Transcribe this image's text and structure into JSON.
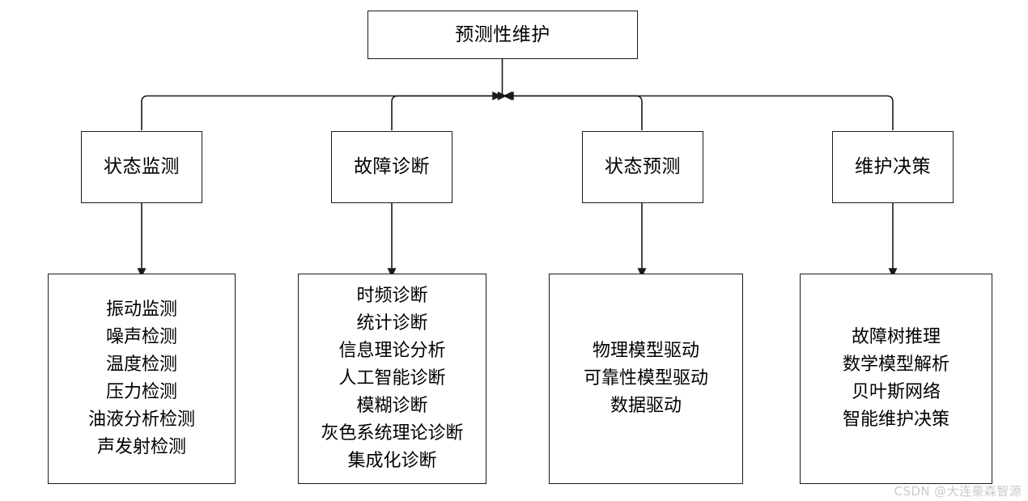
{
  "diagram": {
    "root": {
      "label": "预测性维护"
    },
    "categories": [
      {
        "label": "状态监测"
      },
      {
        "label": "故障诊断"
      },
      {
        "label": "状态预测"
      },
      {
        "label": "维护决策"
      }
    ],
    "leaves": [
      {
        "items": [
          "振动监测",
          "噪声检测",
          "温度检测",
          "压力检测",
          "油液分析检测",
          "声发射检测"
        ]
      },
      {
        "items": [
          "时频诊断",
          "统计诊断",
          "信息理论分析",
          "人工智能诊断",
          "模糊诊断",
          "灰色系统理论诊断",
          "集成化诊断"
        ]
      },
      {
        "items": [
          "物理模型驱动",
          "可靠性模型驱动",
          "数据驱动"
        ]
      },
      {
        "items": [
          "故障树推理",
          "数学模型解析",
          "贝叶斯网络",
          "智能维护决策"
        ]
      }
    ],
    "colors": {
      "box_border": "#1a1a1a",
      "text": "#000000",
      "connector": "#1a1a1a",
      "watermark": "#c9c9cf",
      "background": "#ffffff"
    }
  },
  "watermark": {
    "text": "CSDN @大连豪森智源"
  }
}
